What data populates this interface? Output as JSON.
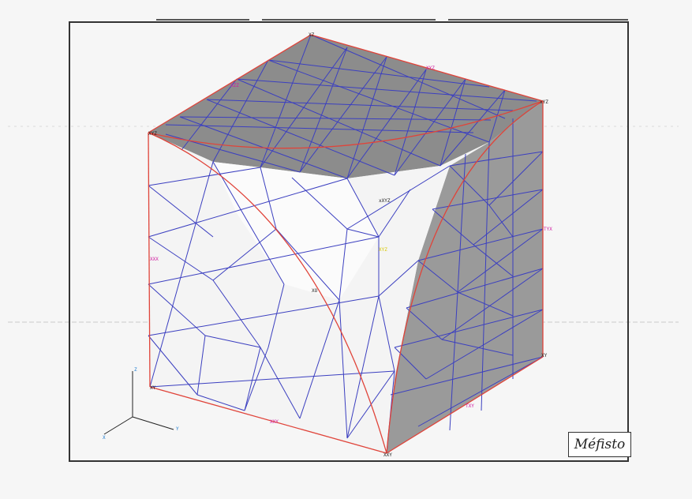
{
  "brand": {
    "name": "Méfisto"
  },
  "colors": {
    "mesh_edge": "#3b3fc0",
    "cube_edge": "#e0443a",
    "top_face": "#8c8c8c",
    "right_face": "#9a9a9a",
    "front_face": "#f3f3f3",
    "frame": "#333333"
  },
  "labels": {
    "top_left_corner": "XYZ",
    "top_right_corner": "xYZ",
    "top_back_corner": "XZ",
    "top_edge": "XYZ",
    "top_edge_left": "XZZ",
    "left_corner": "XYZ",
    "left_edge": "XXX",
    "left_bottom_corner": "XY",
    "center_point": "xXYZ",
    "inner_label": "XYZ",
    "center_mid": "XO",
    "right_edge": "TYX",
    "right_bottom_corner": "XY",
    "bottom_corner": "XXY",
    "bottom_edge": "XXY",
    "bottom_right_edge": "TXY"
  },
  "axes": {
    "z": "Z",
    "y": "Y",
    "x": "X"
  }
}
